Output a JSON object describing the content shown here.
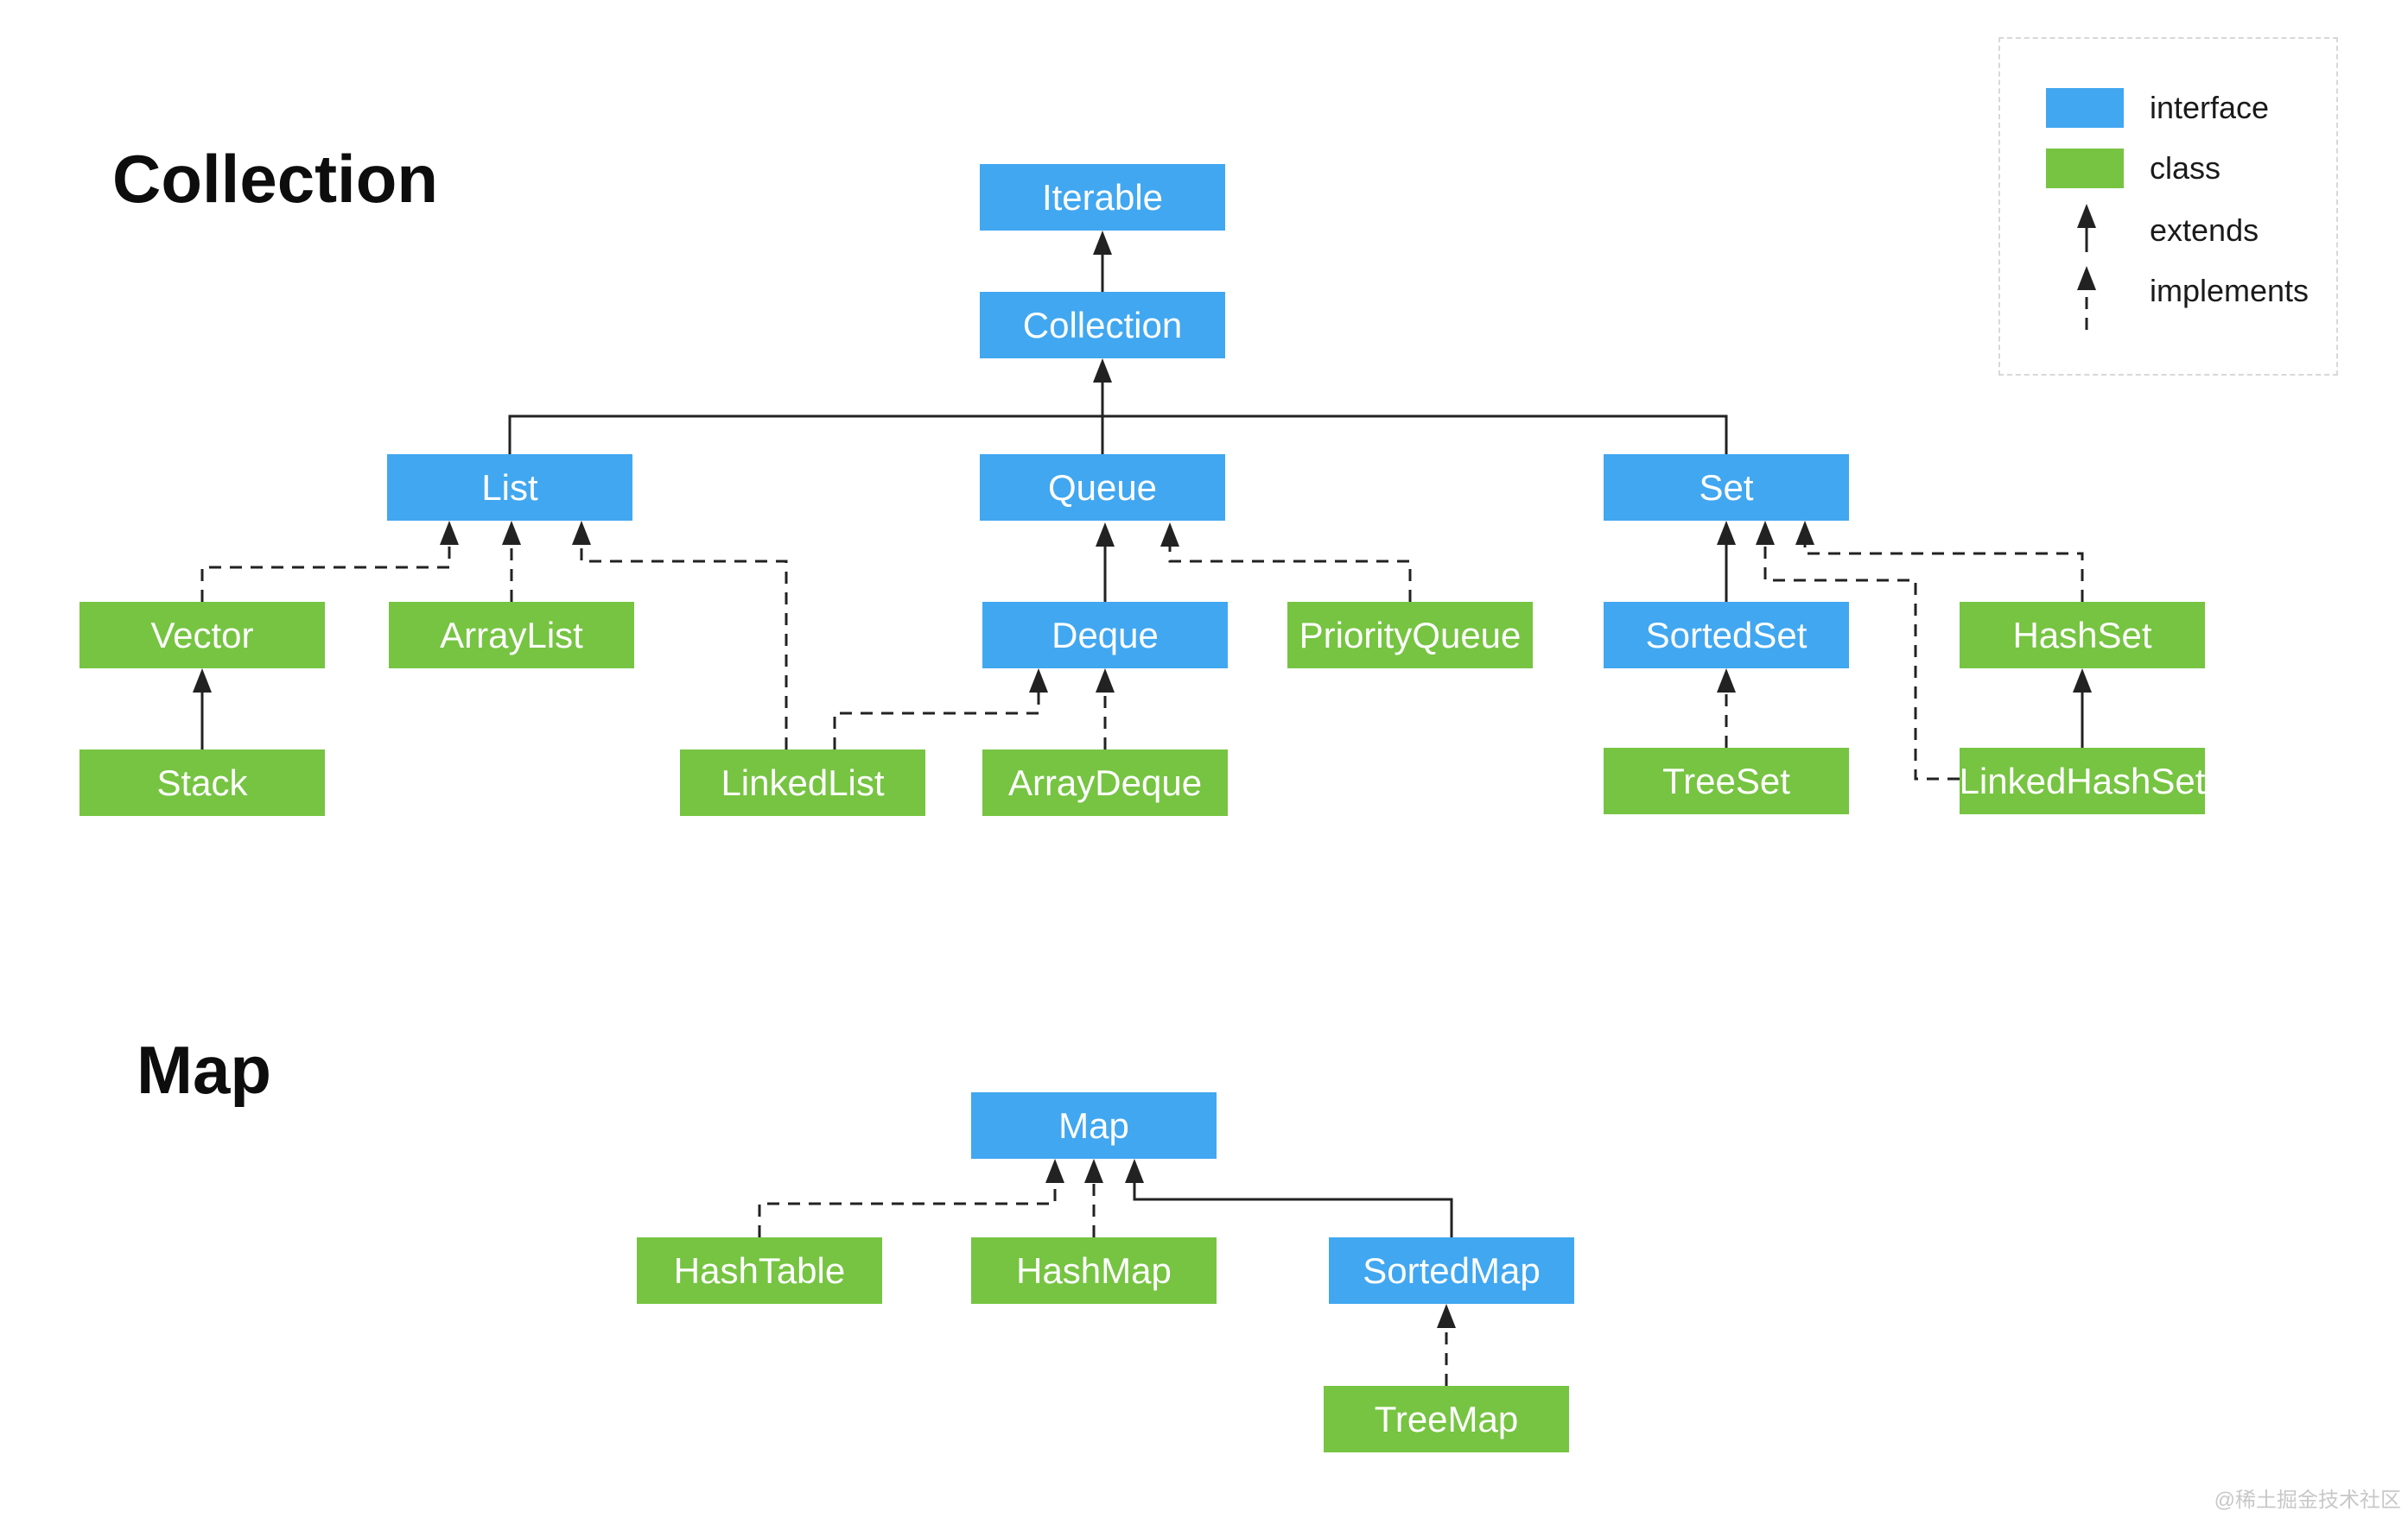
{
  "page": {
    "watermark": "@稀土掘金技术社区"
  },
  "sections": [
    {
      "title": "Collection"
    },
    {
      "title": "Map"
    }
  ],
  "legend": {
    "items": [
      {
        "icon": "interface-swatch",
        "label": "interface",
        "color": "#41a7f0"
      },
      {
        "icon": "class-swatch",
        "label": "class",
        "color": "#76c442"
      },
      {
        "icon": "solid-arrow",
        "label": "extends"
      },
      {
        "icon": "dashed-arrow",
        "label": "implements"
      }
    ]
  },
  "colors": {
    "interface": "#41a7f0",
    "class": "#76c442",
    "line": "#222222"
  },
  "nodes": [
    {
      "id": "iterable",
      "label": "Iterable",
      "type": "interface"
    },
    {
      "id": "collection",
      "label": "Collection",
      "type": "interface"
    },
    {
      "id": "list",
      "label": "List",
      "type": "interface"
    },
    {
      "id": "queue",
      "label": "Queue",
      "type": "interface"
    },
    {
      "id": "set",
      "label": "Set",
      "type": "interface"
    },
    {
      "id": "vector",
      "label": "Vector",
      "type": "class"
    },
    {
      "id": "arraylist",
      "label": "ArrayList",
      "type": "class"
    },
    {
      "id": "deque",
      "label": "Deque",
      "type": "interface"
    },
    {
      "id": "priorityqueue",
      "label": "PriorityQueue",
      "type": "class"
    },
    {
      "id": "sortedset",
      "label": "SortedSet",
      "type": "interface"
    },
    {
      "id": "hashset",
      "label": "HashSet",
      "type": "class"
    },
    {
      "id": "stack",
      "label": "Stack",
      "type": "class"
    },
    {
      "id": "linkedlist",
      "label": "LinkedList",
      "type": "class"
    },
    {
      "id": "arraydeque",
      "label": "ArrayDeque",
      "type": "class"
    },
    {
      "id": "treeset",
      "label": "TreeSet",
      "type": "class"
    },
    {
      "id": "linkedhashset",
      "label": "LinkedHashSet",
      "type": "class"
    },
    {
      "id": "map",
      "label": "Map",
      "type": "interface"
    },
    {
      "id": "hashtable",
      "label": "HashTable",
      "type": "class"
    },
    {
      "id": "hashmap",
      "label": "HashMap",
      "type": "class"
    },
    {
      "id": "sortedmap",
      "label": "SortedMap",
      "type": "interface"
    },
    {
      "id": "treemap",
      "label": "TreeMap",
      "type": "class"
    }
  ],
  "relationships": [
    {
      "from": "Collection",
      "to": "Iterable",
      "type": "extends"
    },
    {
      "from": "List",
      "to": "Collection",
      "type": "extends"
    },
    {
      "from": "Queue",
      "to": "Collection",
      "type": "extends"
    },
    {
      "from": "Set",
      "to": "Collection",
      "type": "extends"
    },
    {
      "from": "Vector",
      "to": "List",
      "type": "implements"
    },
    {
      "from": "ArrayList",
      "to": "List",
      "type": "implements"
    },
    {
      "from": "LinkedList",
      "to": "List",
      "type": "implements"
    },
    {
      "from": "LinkedList",
      "to": "Deque",
      "type": "implements"
    },
    {
      "from": "ArrayDeque",
      "to": "Deque",
      "type": "implements"
    },
    {
      "from": "Deque",
      "to": "Queue",
      "type": "extends"
    },
    {
      "from": "PriorityQueue",
      "to": "Queue",
      "type": "implements"
    },
    {
      "from": "Stack",
      "to": "Vector",
      "type": "extends"
    },
    {
      "from": "SortedSet",
      "to": "Set",
      "type": "extends"
    },
    {
      "from": "TreeSet",
      "to": "SortedSet",
      "type": "implements"
    },
    {
      "from": "HashSet",
      "to": "Set",
      "type": "implements"
    },
    {
      "from": "LinkedHashSet",
      "to": "Set",
      "type": "implements"
    },
    {
      "from": "LinkedHashSet",
      "to": "HashSet",
      "type": "extends"
    },
    {
      "from": "HashMap",
      "to": "Map",
      "type": "implements"
    },
    {
      "from": "HashTable",
      "to": "Map",
      "type": "implements"
    },
    {
      "from": "SortedMap",
      "to": "Map",
      "type": "extends"
    },
    {
      "from": "TreeMap",
      "to": "SortedMap",
      "type": "implements"
    }
  ]
}
